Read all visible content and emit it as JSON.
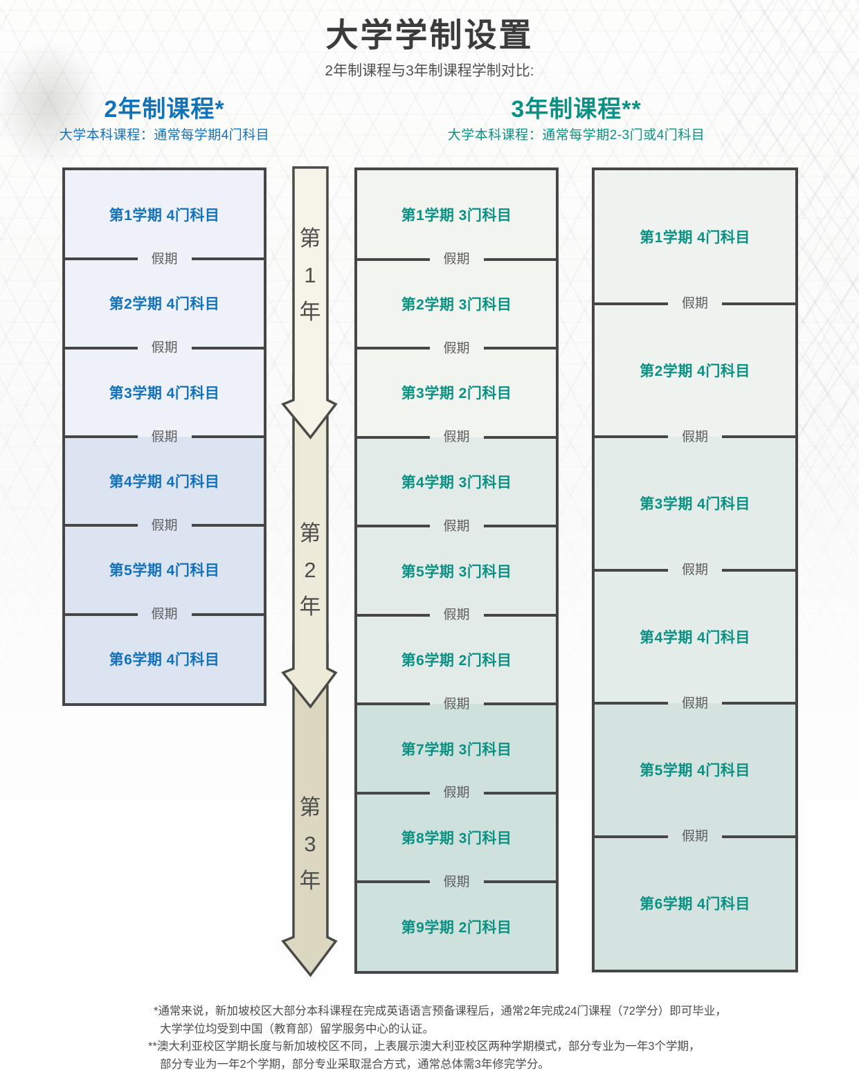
{
  "header": {
    "title": "大学学制设置",
    "subtitle": "2年制课程与3年制课程学制对比:"
  },
  "programs": {
    "two_year": {
      "title": "2年制课程*",
      "subtitle": "大学本科课程：通常每学期4门科目",
      "accent": "#1272b8"
    },
    "three_year": {
      "title": "3年制课程**",
      "subtitle": "大学本科课程：通常每学期2-3门或4门科目",
      "accent": "#0a9184"
    }
  },
  "holiday_label": "假期",
  "year_arrow": {
    "labels": [
      "第1年",
      "第2年",
      "第3年"
    ],
    "segment_fills": [
      "#f6f4e9",
      "#edeada",
      "#dbd7c0"
    ],
    "outline_color": "#4a4a47"
  },
  "columns": [
    {
      "id": "two-year-column",
      "text_color": "#1272b8",
      "year_tints": [
        "#eef1f7",
        "#dce3f1"
      ],
      "cells": [
        {
          "label": "第1学期 4门科目",
          "year": 0
        },
        {
          "label": "第2学期 4门科目",
          "year": 0
        },
        {
          "label": "第3学期 4门科目",
          "year": 0
        },
        {
          "label": "第4学期 4门科目",
          "year": 1
        },
        {
          "label": "第5学期 4门科目",
          "year": 1
        },
        {
          "label": "第6学期 4门科目",
          "year": 1
        }
      ]
    },
    {
      "id": "three-year-column-1",
      "text_color": "#0a9184",
      "year_tints": [
        "#f1f4ef",
        "#e2ebe8",
        "#cfe1dc"
      ],
      "cells": [
        {
          "label": "第1学期 3门科目",
          "year": 0
        },
        {
          "label": "第2学期 3门科目",
          "year": 0
        },
        {
          "label": "第3学期 2门科目",
          "year": 0
        },
        {
          "label": "第4学期 3门科目",
          "year": 1
        },
        {
          "label": "第5学期 3门科目",
          "year": 1
        },
        {
          "label": "第6学期 2门科目",
          "year": 1
        },
        {
          "label": "第7学期 3门科目",
          "year": 2
        },
        {
          "label": "第8学期 3门科目",
          "year": 2
        },
        {
          "label": "第9学期 2门科目",
          "year": 2
        }
      ]
    },
    {
      "id": "three-year-column-2",
      "text_color": "#0a9184",
      "year_tints": [
        "#eff3f0",
        "#e3ece9",
        "#d4e3df"
      ],
      "cells": [
        {
          "label": "第1学期 4门科目",
          "year": 0
        },
        {
          "label": "第2学期 4门科目",
          "year": 0
        },
        {
          "label": "第3学期 4门科目",
          "year": 1
        },
        {
          "label": "第4学期 4门科目",
          "year": 1
        },
        {
          "label": "第5学期 4门科目",
          "year": 2
        },
        {
          "label": "第6学期 4门科目",
          "year": 2
        }
      ]
    }
  ],
  "footnotes": [
    "*通常来说，新加坡校区大部分本科课程在完成英语语言预备课程后，通常2年完成24门课程（72学分）即可毕业，",
    "大学学位均受到中国（教育部）留学服务中心的认证。",
    "**澳大利亚校区学期长度与新加坡校区不同，上表展示澳大利亚校区两种学期模式，部分专业为一年3个学期，",
    "部分专业为一年2个学期，部分专业采取混合方式，通常总体需3年修完学分。"
  ],
  "colors": {
    "title_text": "#3b3b3b",
    "subtitle_text": "#4f4f4f",
    "box_border": "#464646",
    "divider_text": "#5d5d5d",
    "year_label_text": "#4c4c4a"
  }
}
